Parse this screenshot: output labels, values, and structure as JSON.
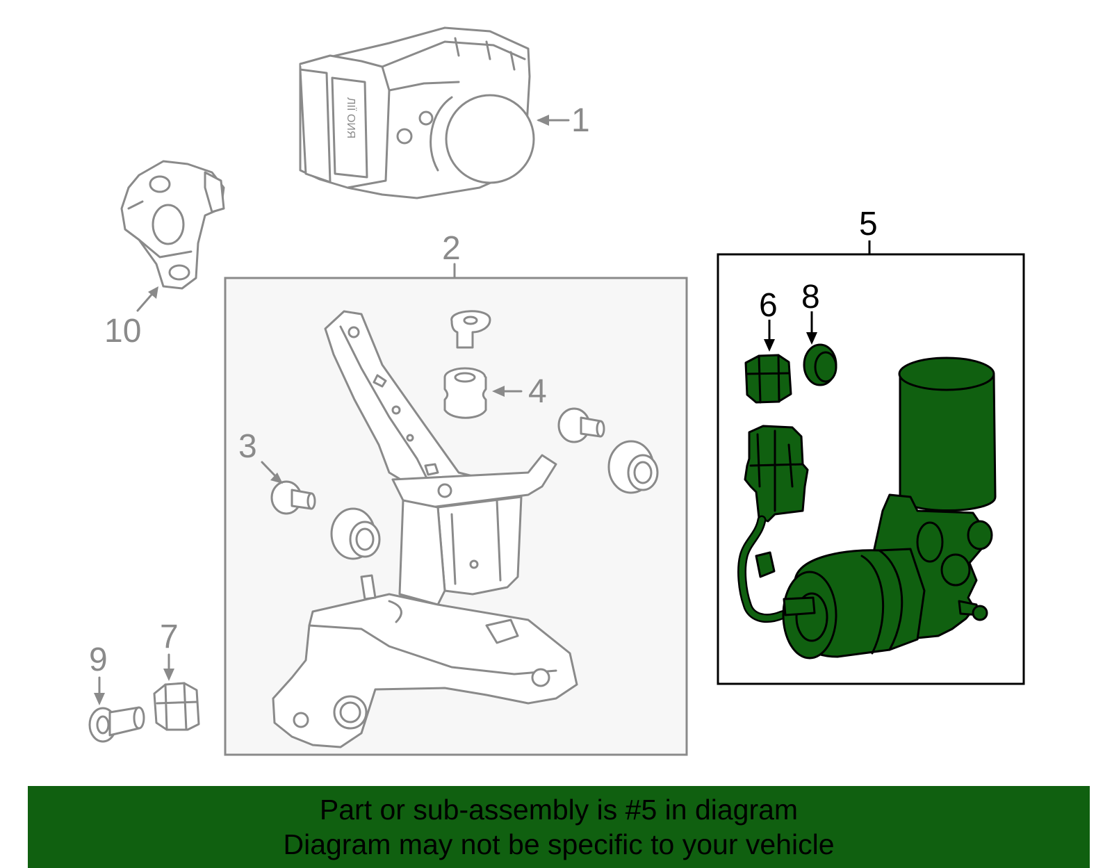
{
  "colors": {
    "highlight_green": "#106010",
    "part_outline_grey": "#8a8a8a",
    "subassembly_fill": "#f7f7f7",
    "text_black": "#000000"
  },
  "callouts": {
    "c1": "1",
    "c2": "2",
    "c3": "3",
    "c4": "4",
    "c5": "5",
    "c6": "6",
    "c7": "7",
    "c8": "8",
    "c9": "9",
    "c10": "10"
  },
  "parts": [
    {
      "number": "1",
      "icon": "abs-modulator-icon",
      "highlighted": false
    },
    {
      "number": "2",
      "icon": "mounting-bracket-icon",
      "highlighted": false
    },
    {
      "number": "3",
      "icon": "bolt-icon",
      "highlighted": false
    },
    {
      "number": "4",
      "icon": "grommet-icon",
      "highlighted": false
    },
    {
      "number": "5",
      "icon": "pump-motor-assembly-icon",
      "highlighted": true
    },
    {
      "number": "6",
      "icon": "cushion-icon",
      "highlighted": true
    },
    {
      "number": "7",
      "icon": "cushion-icon",
      "highlighted": false
    },
    {
      "number": "8",
      "icon": "seal-ring-icon",
      "highlighted": true
    },
    {
      "number": "9",
      "icon": "collar-icon",
      "highlighted": false
    },
    {
      "number": "10",
      "icon": "sensor-icon",
      "highlighted": false
    }
  ],
  "banner": {
    "line1": "Part or sub-assembly is #5 in diagram",
    "line2": "Diagram may not be specific to your vehicle"
  }
}
